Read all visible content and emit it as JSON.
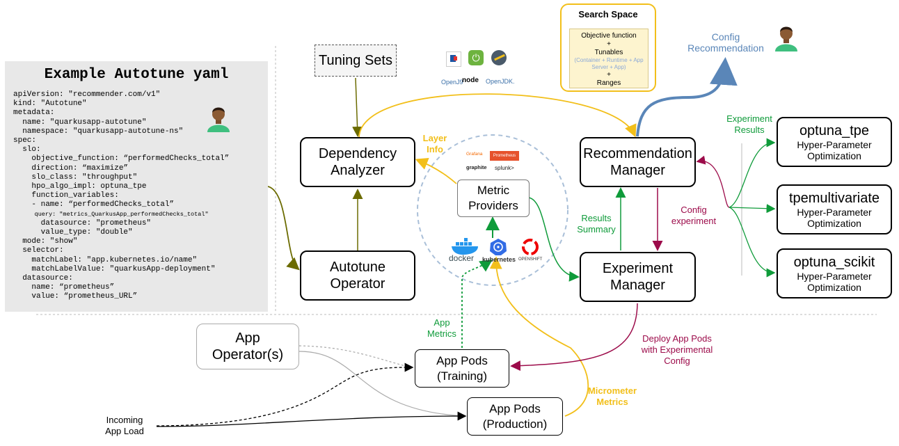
{
  "yaml": {
    "title": "Example Autotune yaml",
    "lines": [
      "apiVersion: \"recommender.com/v1\"",
      "kind: \"Autotune\"",
      "metadata:",
      "  name: \"quarkusapp-autotune\"",
      "  namespace: \"quarkusapp-autotune-ns\"",
      "spec:",
      "  slo:",
      "    objective_function: “performedChecks_total”",
      "    direction: “maximize”",
      "    slo_class: \"throughput\"",
      "    hpo_algo_impl: optuna_tpe",
      "    function_variables:",
      "    - name: “performedChecks_total”",
      "      query: \"metrics_QuarkusApp_performedChecks_total\"",
      "      datasource: \"prometheus\"",
      "      value_type: \"double\"",
      "  mode: \"show\"",
      "  selector:",
      "    matchLabel: \"app.kubernetes.io/name\"",
      "    matchLabelValue: \"quarkusApp-deployment\"",
      "  datasource:",
      "    name: “prometheus”",
      "    value: “prometheus_URL”"
    ]
  },
  "tuning_sets": "Tuning Sets",
  "search_space": {
    "title": "Search Space",
    "line1": "Objective function",
    "plus": "+",
    "line2": "Tunables",
    "line3": "(Container + Runtime + App Server + App)",
    "line4": "Ranges"
  },
  "config_recommendation": "Config\nRecommendation",
  "boxes": {
    "dependency_analyzer": "Dependency\nAnalyzer",
    "autotune_operator": "Autotune\nOperator",
    "metric_providers": "Metric\nProviders",
    "recommendation_manager": "Recommendation\nManager",
    "experiment_manager": "Experiment\nManager",
    "app_operators": "App\nOperator(s)",
    "app_pods_training": "App Pods\n(Training)",
    "app_pods_production": "App Pods\n(Production)"
  },
  "hpo": [
    {
      "name": "optuna_tpe",
      "desc": "Hyper-Parameter\nOptimization"
    },
    {
      "name": "tpemultivariate",
      "desc": "Hyper-Parameter\nOptimization"
    },
    {
      "name": "optuna_scikit",
      "desc": "Hyper-Parameter\nOptimization"
    }
  ],
  "labels": {
    "layer_info": "Layer\nInfo",
    "experiment_results": "Experiment\nResults",
    "results_summary": "Results\nSummary",
    "config_experiment": "Config\nexperiment",
    "app_metrics": "App\nMetrics",
    "deploy_app_pods": "Deploy App Pods\nwith Experimental\nConfig",
    "micrometer_metrics": "Micrometer\nMetrics",
    "incoming_app_load": "Incoming\nApp Load"
  },
  "logos": {
    "top_row2": [
      "OpenJ9",
      "node",
      "OpenJDK."
    ],
    "metric_logos": [
      "Grafana",
      "Prometheus",
      "graphite",
      "splunk>"
    ],
    "platform_logos": [
      "docker",
      "kubernetes",
      "OPENSHIFT"
    ]
  },
  "colors": {
    "olive": "#6b6b00",
    "gold": "#f2bf1a",
    "green": "#0f9b3a",
    "maroon": "#9c0b4a",
    "blue": "#5a86b8"
  }
}
